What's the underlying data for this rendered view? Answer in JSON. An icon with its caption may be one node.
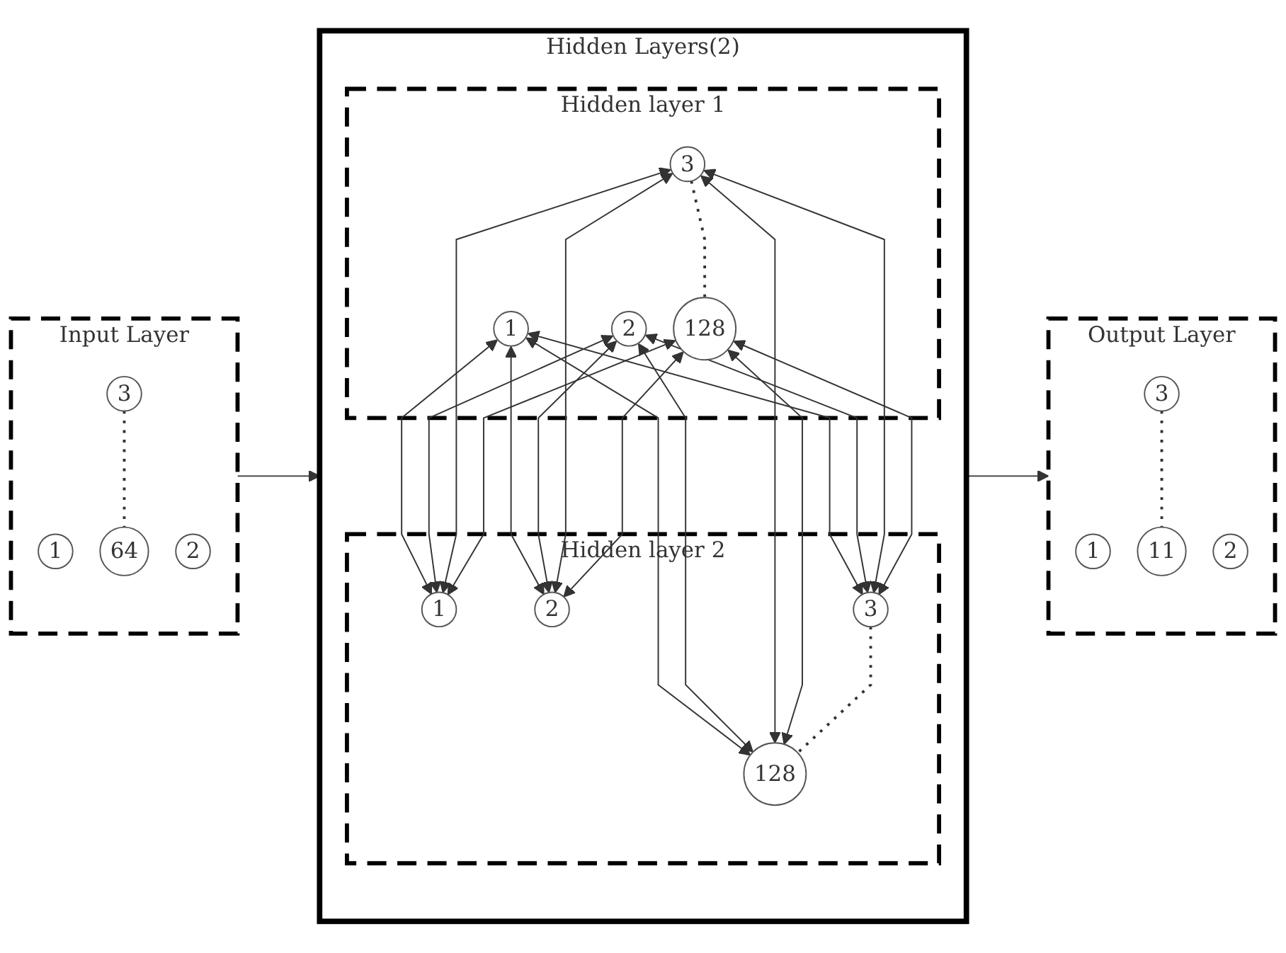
{
  "diagram": {
    "nodes": [
      {
        "text": [
          "Input Layer"
        ]
      },
      {
        "text": [
          "1"
        ],
        "in": 0
      },
      {
        "text": [
          "2"
        ],
        "in": 0
      },
      {
        "text": [
          "3"
        ],
        "in": 0
      },
      {
        "text": [
          "64"
        ],
        "in": 0
      },
      {
        "text": [
          "Hidden Layers(2)"
        ]
      },
      {
        "text": [
          "Hidden layer 1"
        ],
        "in": 5
      },
      {
        "text": [
          "1"
        ],
        "in": 6
      },
      {
        "text": [
          "2"
        ],
        "in": 6
      },
      {
        "text": [
          "3"
        ],
        "in": 6
      },
      {
        "text": [
          "128"
        ],
        "in": 6
      },
      {
        "text": [
          "Hidden layer 2"
        ],
        "in": 5
      },
      {
        "text": [
          "1"
        ],
        "in": 11
      },
      {
        "text": [
          "2"
        ],
        "in": 11
      },
      {
        "text": [
          "3"
        ],
        "in": 11
      },
      {
        "text": [
          "128"
        ],
        "in": 11
      },
      {
        "text": [
          "Output Layer"
        ]
      },
      {
        "text": [
          "1"
        ],
        "in": 16
      },
      {
        "text": [
          "2"
        ],
        "in": 16
      },
      {
        "text": [
          "3"
        ],
        "in": 16
      },
      {
        "text": [
          "11"
        ],
        "in": 16
      }
    ],
    "edges": [
      {
        "from": 0,
        "to": 5,
        "arrow": "to"
      },
      {
        "from": 5,
        "to": 16,
        "arrow": "to"
      },
      {
        "from": 7,
        "to": 12,
        "arrow": "both"
      },
      {
        "from": 7,
        "to": 13,
        "arrow": "both"
      },
      {
        "from": 7,
        "to": 14,
        "arrow": "both"
      },
      {
        "from": 7,
        "to": 15,
        "arrow": "both"
      },
      {
        "from": 8,
        "to": 12,
        "arrow": "both"
      },
      {
        "from": 8,
        "to": 13,
        "arrow": "both"
      },
      {
        "from": 8,
        "to": 14,
        "arrow": "both"
      },
      {
        "from": 8,
        "to": 15,
        "arrow": "both"
      },
      {
        "from": 9,
        "to": 12,
        "arrow": "both"
      },
      {
        "from": 9,
        "to": 13,
        "arrow": "both"
      },
      {
        "from": 9,
        "to": 14,
        "arrow": "both"
      },
      {
        "from": 9,
        "to": 15,
        "arrow": "both"
      },
      {
        "from": 10,
        "to": 12,
        "arrow": "both"
      },
      {
        "from": 10,
        "to": 13,
        "arrow": "both"
      },
      {
        "from": 10,
        "to": 14,
        "arrow": "both"
      },
      {
        "from": 10,
        "to": 15,
        "arrow": "both"
      },
      {
        "from": 3,
        "to": 4,
        "arrow": "none",
        "style": "dashed"
      },
      {
        "from": 9,
        "to": 10,
        "arrow": "none",
        "style": "dashed"
      },
      {
        "from": 14,
        "to": 15,
        "arrow": "none",
        "style": "dashed"
      },
      {
        "from": 19,
        "to": 20,
        "arrow": "none",
        "style": "dashed"
      }
    ]
  }
}
